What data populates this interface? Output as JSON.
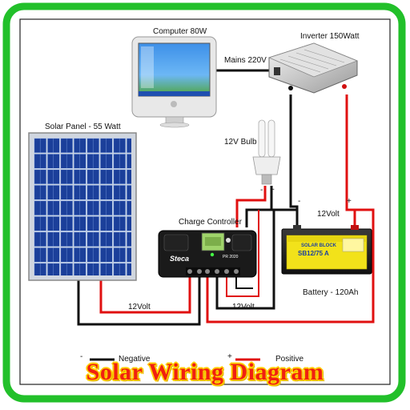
{
  "diagram": {
    "title": "Solar Wiring Diagram",
    "components": {
      "computer": "Computer 80W",
      "inverter": "Inverter 150Watt",
      "bulb": "12V Bulb",
      "solar_panel": "Solar Panel  - 55 Watt",
      "charge_controller": "Charge Controller",
      "battery": "Battery - 120Ah",
      "controller_brand": "Steca",
      "controller_model": "PR 2020",
      "battery_label_line1": "SOLAR BLOCK",
      "battery_label_line2": "SB12/75 A"
    },
    "wire_labels": {
      "mains": "Mains 220V",
      "battery_link": "12Volt",
      "panel_link": "12Volt",
      "load_link": "12Volt"
    },
    "terminals": {
      "minus": "-",
      "plus": "+"
    },
    "legend": {
      "negative_sign": "-",
      "negative": "Negative",
      "positive_sign": "+",
      "positive": "Positive"
    },
    "colors": {
      "frame": "#22c02a",
      "positive_wire": "#e01010",
      "negative_wire": "#111111",
      "title_fill": "#f02010",
      "title_outline": "#ffd000"
    }
  }
}
